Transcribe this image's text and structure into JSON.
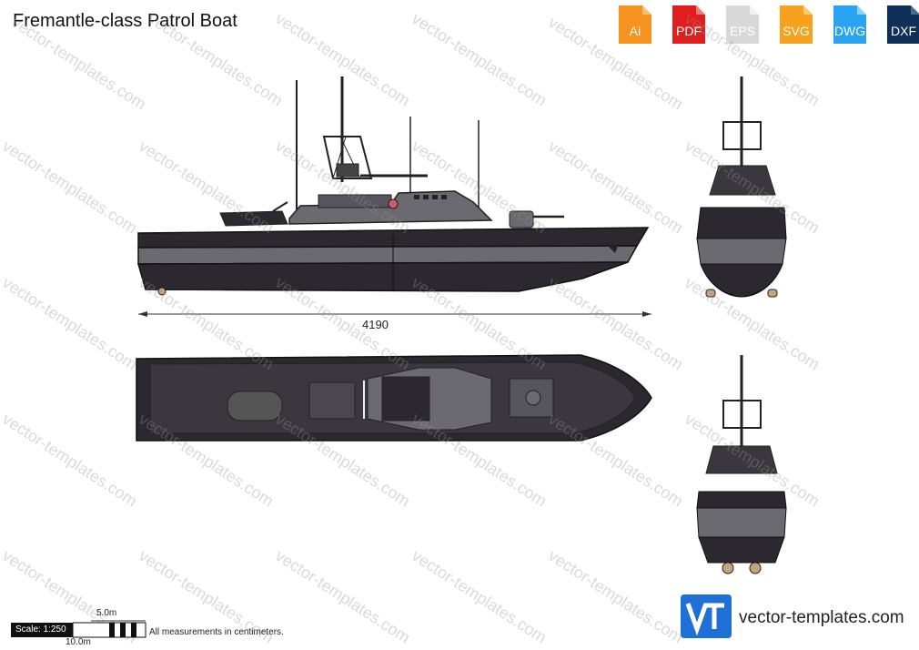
{
  "title": "Fremantle-class Patrol Boat",
  "formats": [
    {
      "label": "Ai",
      "color": "#f7931e"
    },
    {
      "label": "PDF",
      "color": "#e01e1e"
    },
    {
      "label": "EPS",
      "color": "#e6e6e6"
    },
    {
      "label": "SVG",
      "color": "#f7a21e"
    },
    {
      "label": "DWG",
      "color": "#2aa3f0"
    },
    {
      "label": "DXF",
      "color": "#0e2f57"
    }
  ],
  "dimension": "4190",
  "scale": {
    "label": "Scale: 1:250",
    "five": "5.0m",
    "ten": "10.0m"
  },
  "note": "All measurements in centimeters.",
  "watermark": "vector-templates.com",
  "site": "vector-templates.com",
  "colors": {
    "hull_dark": "#2b2830",
    "hull_gray": "#6a6a70",
    "deck": "#3a373e",
    "accent_pink": "#d45a6a"
  }
}
